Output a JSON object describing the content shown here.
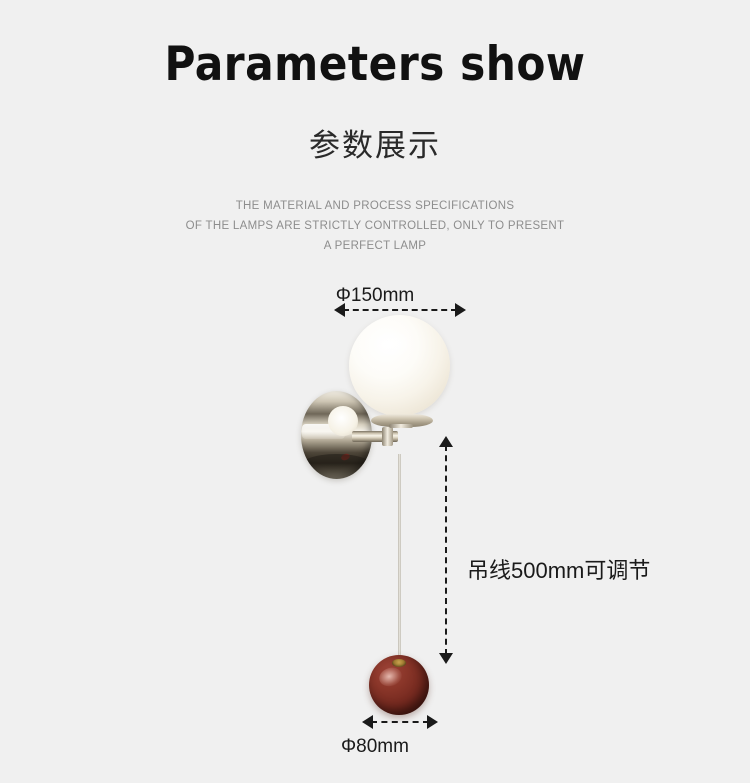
{
  "page": {
    "background_color": "#f0f0f0"
  },
  "header": {
    "title_en": "Parameters show",
    "title_cn": "参数展示",
    "description_lines": [
      "THE MATERIAL AND PROCESS SPECIFICATIONS",
      "OF THE LAMPS ARE STRICTLY CONTROLLED, ONLY TO PRESENT",
      "A PERFECT LAMP"
    ],
    "title_color": "#111111",
    "description_color": "#8d8d8d"
  },
  "diagram": {
    "product": "wall lamp with glass globe and hanging red ball counterweight",
    "annotations": {
      "globe_diameter": "Φ150mm",
      "cord_length": "吊线500mm可调节",
      "ball_diameter": "Φ80mm"
    },
    "annotation_color": "#1a1a1a",
    "parts": {
      "globe": "opal-glass-globe",
      "wall_plate": "chrome-wall-plate",
      "arm": "chrome-arm",
      "socket": "chrome-socket",
      "cord": "hanging-cord",
      "ball": "red-ball-counterweight"
    },
    "colors": {
      "globe": "#fdfcf8",
      "chrome": "#cfc6b2",
      "ball": "#74291f",
      "fitting": "#a07c32"
    }
  }
}
